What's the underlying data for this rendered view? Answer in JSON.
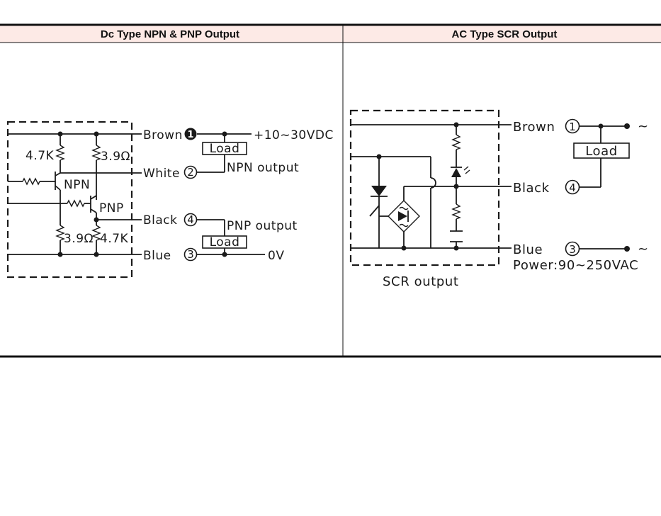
{
  "table": {
    "headers": [
      "Dc Type NPN & PNP Output",
      "AC Type SCR Output"
    ],
    "header_bg": "#fdeae6"
  },
  "dc": {
    "wires": {
      "brown": "Brown",
      "white": "White",
      "black": "Black",
      "blue": "Blue"
    },
    "terminals": [
      "1",
      "2",
      "4",
      "3"
    ],
    "supply": "+10~30VDC",
    "ground": "0V",
    "load": "Load",
    "npn_output": "NPN  output",
    "pnp_output": "PNP  output",
    "transistors": {
      "npn": "NPN",
      "pnp": "PNP"
    },
    "resistors": {
      "r_top_left": "4.7K",
      "r_top_right": "3.9Ω",
      "r_bottom_left": "3.9Ω",
      "r_bottom_right": "4.7K"
    }
  },
  "ac": {
    "wires": {
      "brown": "Brown",
      "black": "Black",
      "blue": "Blue"
    },
    "terminals": [
      "1",
      "4",
      "3"
    ],
    "load": "Load",
    "tilde": "~",
    "power": "Power:90~250VAC",
    "scr_caption": "SCR  output"
  }
}
